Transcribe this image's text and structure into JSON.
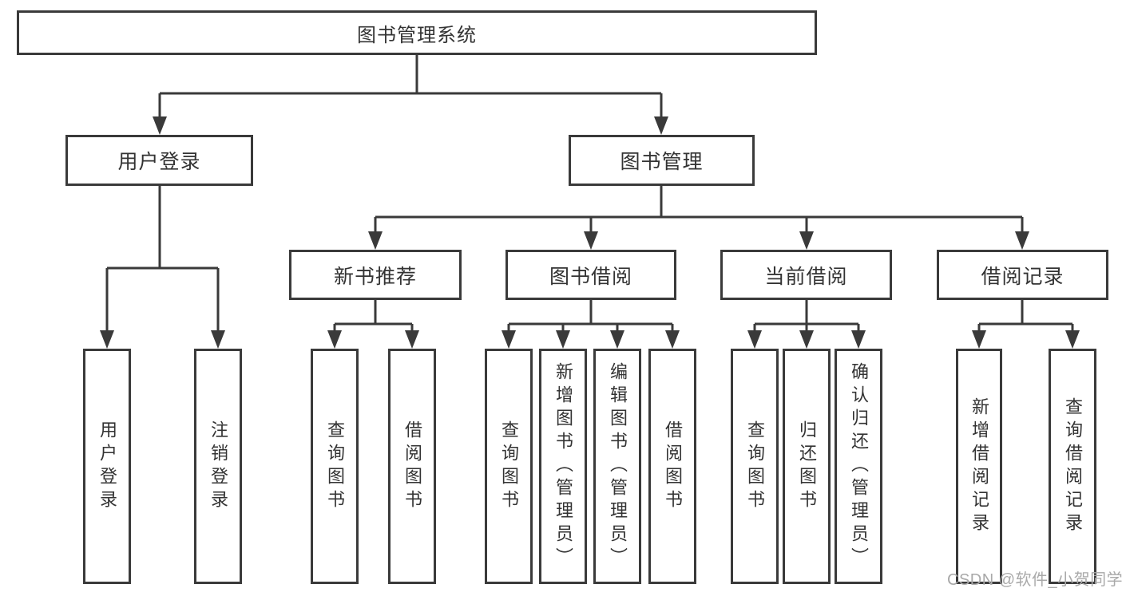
{
  "diagram": {
    "title": "图书管理系统",
    "type": "function-structure-tree",
    "colors": {
      "line": "#3a3a3a",
      "border": "#3a3a3a",
      "text": "#333333",
      "background": "#ffffff",
      "watermark": "#a9a9a9"
    }
  },
  "tree": {
    "label": "图书管理系统",
    "children": [
      {
        "label": "用户登录",
        "children": [
          {
            "label": "用户登录"
          },
          {
            "label": "注销登录"
          }
        ]
      },
      {
        "label": "图书管理",
        "children": [
          {
            "label": "新书推荐",
            "children": [
              {
                "label": "查询图书"
              },
              {
                "label": "借阅图书"
              }
            ]
          },
          {
            "label": "图书借阅",
            "children": [
              {
                "label": "查询图书"
              },
              {
                "label": "新增图书（管理员）"
              },
              {
                "label": "编辑图书（管理员）"
              },
              {
                "label": "借阅图书"
              }
            ]
          },
          {
            "label": "当前借阅",
            "children": [
              {
                "label": "查询图书"
              },
              {
                "label": "归还图书"
              },
              {
                "label": "确认归还（管理员）"
              }
            ]
          },
          {
            "label": "借阅记录",
            "children": [
              {
                "label": "新增借阅记录"
              },
              {
                "label": "查询借阅记录"
              }
            ]
          }
        ]
      }
    ]
  },
  "watermark": {
    "text": "CSDN @软件_小贺同学"
  }
}
